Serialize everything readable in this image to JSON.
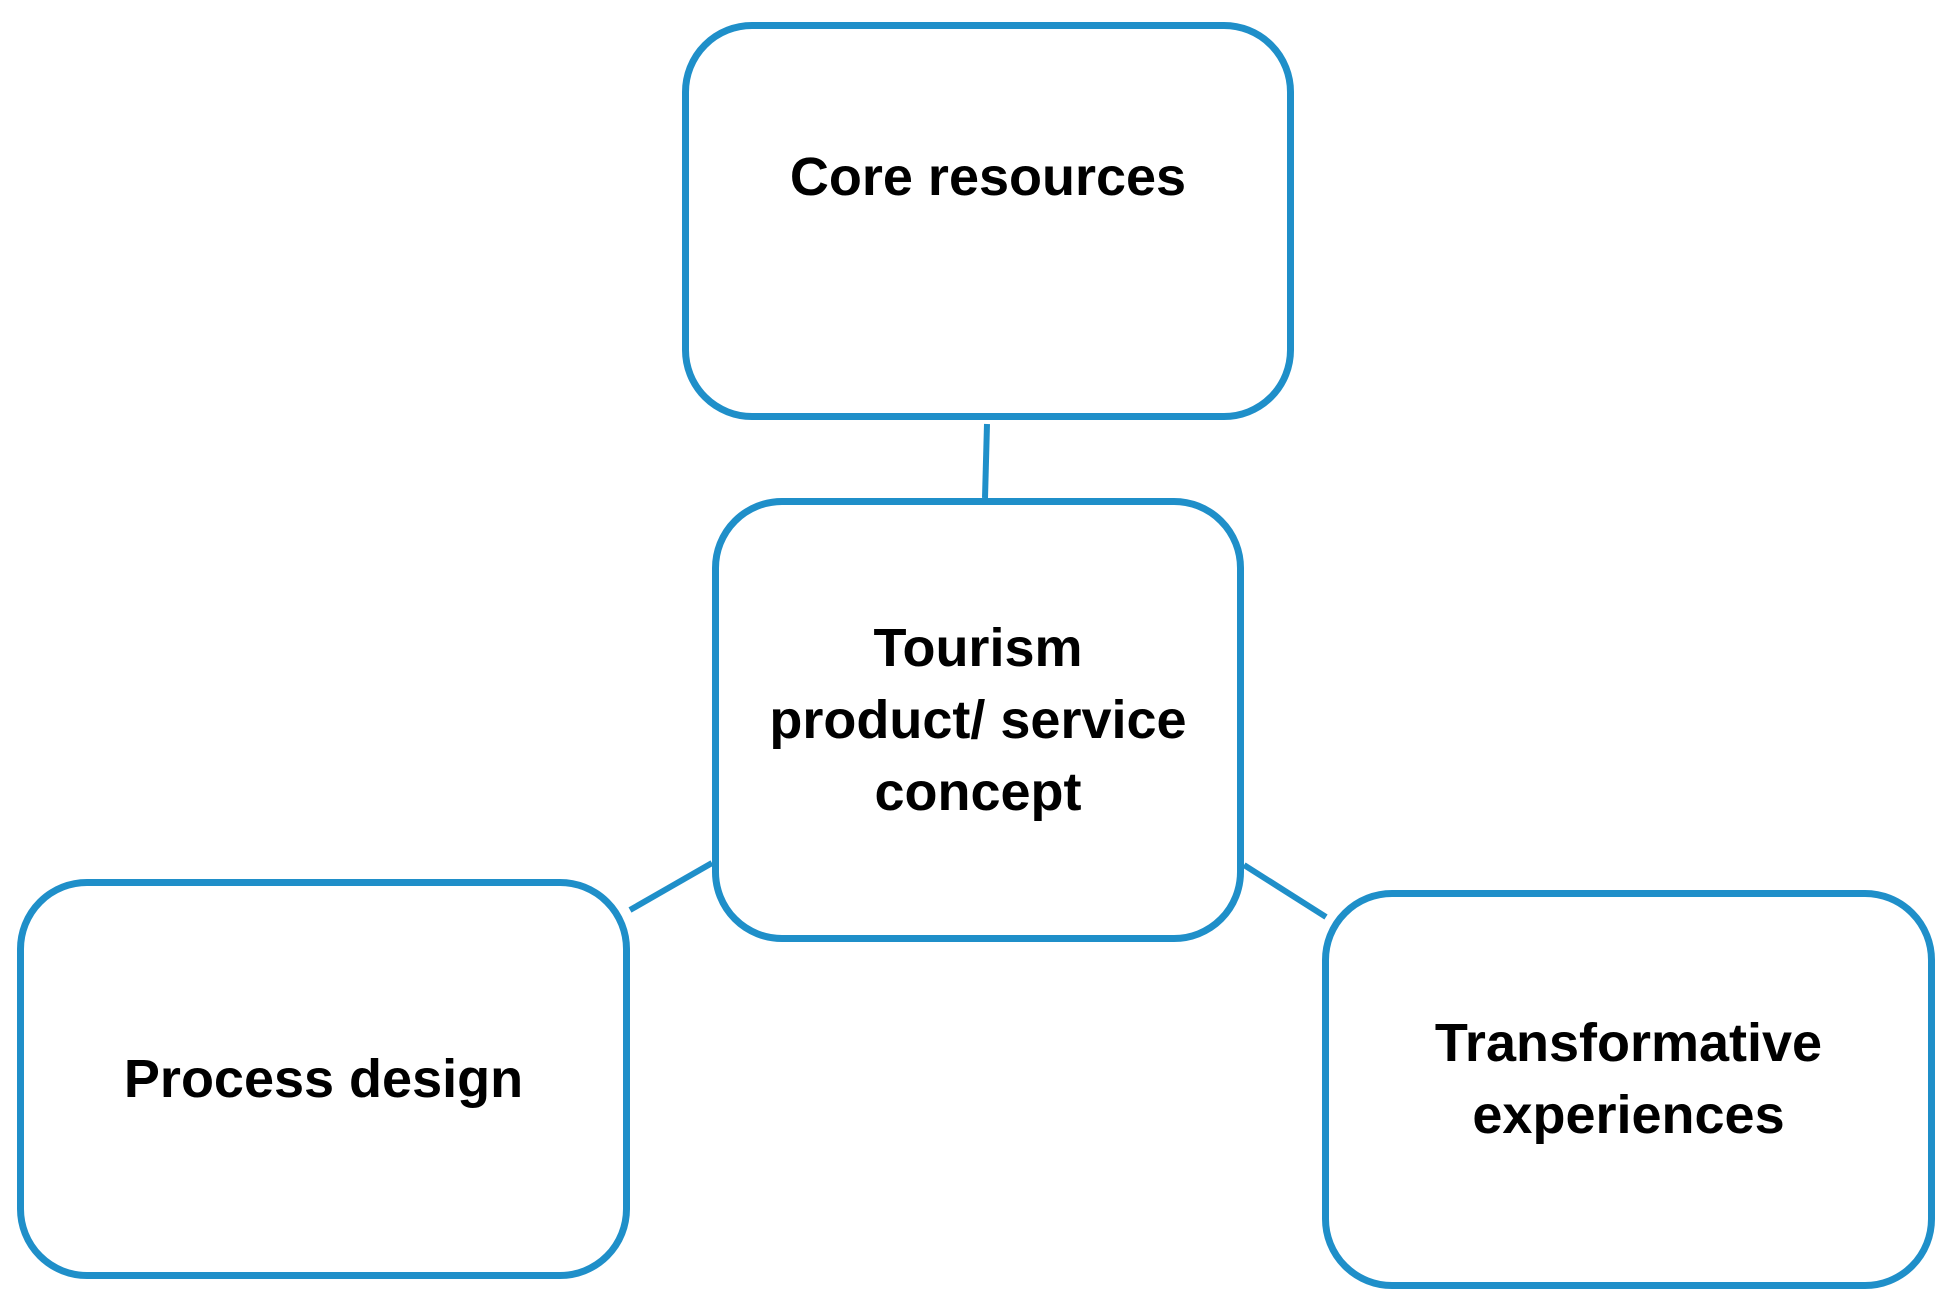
{
  "diagram": {
    "nodes": {
      "core": "Core resources",
      "center": "Tourism\nproduct/ service\nconcept",
      "process": "Process design",
      "transform": "Transformative\nexperiences"
    },
    "colors": {
      "border": "#1f8fc9",
      "connector": "#1f8fc9",
      "text": "#000000",
      "background": "#ffffff"
    }
  }
}
